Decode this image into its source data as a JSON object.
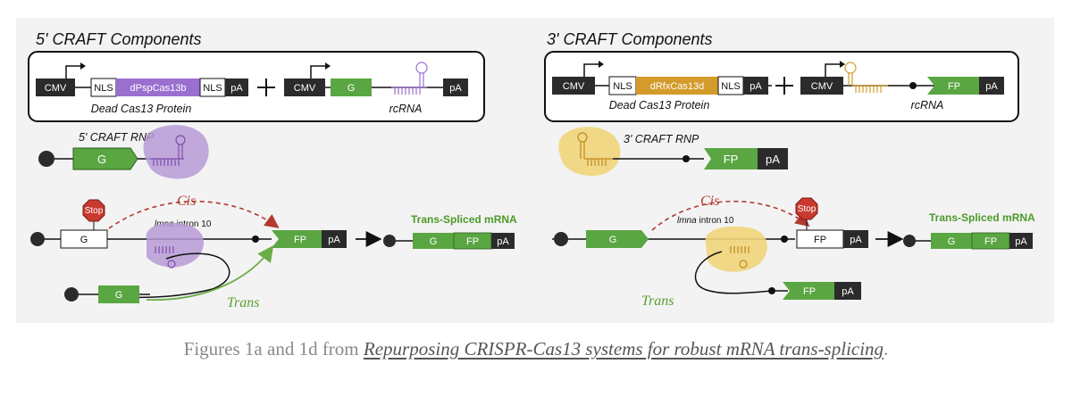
{
  "left": {
    "title": "5' CRAFT Components",
    "cmv": "CMV",
    "nls": "NLS",
    "protein_gene": "dPspCas13b",
    "pa": "pA",
    "g": "G",
    "protein_caption": "Dead Cas13 Protein",
    "rcrna_caption": "rcRNA",
    "rnp_label": "5' CRAFT RNP",
    "stop": "Stop",
    "intron_gene": "lmna",
    "intron_rest": " intron 10",
    "fp": "FP",
    "cis": "Cis",
    "trans": "Trans",
    "result_title": "Trans-Spliced mRNA"
  },
  "right": {
    "title": "3' CRAFT Components",
    "cmv": "CMV",
    "nls": "NLS",
    "protein_gene": "dRfxCas13d",
    "pa": "pA",
    "g": "G",
    "protein_caption": "Dead Cas13 Protein",
    "rcrna_caption": "rcRNA",
    "rnp_label": "3' CRAFT RNP",
    "stop": "Stop",
    "intron_gene": "lmna",
    "intron_rest": " intron 10",
    "fp": "FP",
    "cis": "Cis",
    "trans": "Trans",
    "result_title": "Trans-Spliced mRNA"
  },
  "colors": {
    "dark": "#2b2b2b",
    "green": "#5aa642",
    "purple": "#9b6fcf",
    "purple_blob": "#b79ad6",
    "gold": "#d39b2a",
    "gold_blob": "#f0d57a",
    "stop_red": "#c8392f",
    "cis_red": "#b23a2f",
    "trans_green": "#6aad45"
  },
  "caption": {
    "prefix": "Figures 1a and 1d from ",
    "link_text": "Repurposing CRISPR-Cas13 systems for robust mRNA trans-splicing",
    "suffix": "."
  }
}
